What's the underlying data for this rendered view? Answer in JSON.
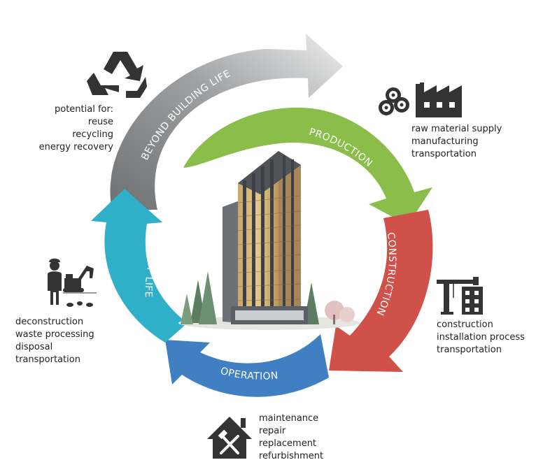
{
  "stages": {
    "production": "PRODUCTION",
    "construction": "CONSTRUCTION",
    "operation": "OPERATION",
    "end_of_life": "END OF LIFE",
    "beyond_title": "BEYOND BUILDING LIFE",
    "beyond_subtitle": "(outside system boundary)"
  },
  "production_items": [
    "raw material supply",
    "manufacturing",
    "transportation"
  ],
  "construction_items": [
    "construction",
    "installation process",
    "transportation"
  ],
  "operation_items": [
    "maintenance",
    "repair",
    "replacement",
    "refurbishment"
  ],
  "end_of_life_items": [
    "deconstruction",
    "waste processing",
    "disposal",
    "transportation"
  ],
  "beyond_items": [
    "potential for:",
    "reuse",
    "recycling",
    "energy recovery"
  ],
  "colors": {
    "production": "#8bbd4a",
    "construction": "#d0504a",
    "operation": "#3f7fc2",
    "end_of_life": "#2fb0c8",
    "beyond": "#8a8c8e",
    "icon": "#333333"
  },
  "icons": {
    "recycle": "recycle-icon",
    "factory": "factory-logs-icon",
    "crane": "crane-building-icon",
    "house": "house-tools-icon",
    "worker": "worker-excavator-icon",
    "building": "mass-timber-tower-illustration"
  }
}
